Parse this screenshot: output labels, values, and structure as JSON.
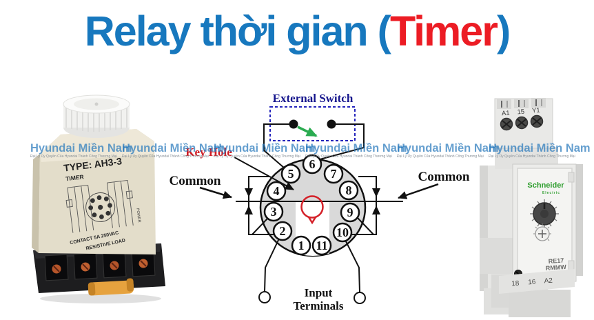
{
  "title": {
    "text_blue_1": "Relay thời gian (",
    "text_red": "Timer",
    "text_blue_2": ")"
  },
  "colors": {
    "title_blue": "#1778be",
    "title_red": "#ec1c24",
    "external_switch_navy": "#14148c",
    "dashed_box_blue": "#2323bb",
    "green_arrow": "#2aab50",
    "keyhole_red": "#d42028",
    "socket_gray": "#d9d9d9",
    "watermark_blue": "#2a7abc",
    "schneider_green": "#2f9e2f",
    "clip_orange": "#e6a23e"
  },
  "watermark": {
    "text": "Hyundai Miền Nam",
    "tagline": "Đại Lý Ủy Quyền Của Hyundai Thành Công Thương Mại"
  },
  "diagram": {
    "external_switch_label": "External Switch",
    "key_hole_label": "Key Hole",
    "common_left_label": "Common",
    "common_right_label": "Common",
    "input_terminals_line1": "Input",
    "input_terminals_line2": "Terminals",
    "pins": [
      "1",
      "2",
      "3",
      "4",
      "5",
      "6",
      "7",
      "8",
      "9",
      "10",
      "11"
    ]
  },
  "left_relay": {
    "type_label": "TYPE: AH3-3",
    "timer_label": "TIMER",
    "power_label": "POWER",
    "contact_label": "CONTACT 5A 250VAC",
    "load_label": "RESISTIVE LOAD"
  },
  "right_relay": {
    "brand_line1": "Schneider",
    "brand_line2": "Electric",
    "top_terminals": [
      "A1",
      "15",
      "Y1"
    ],
    "bottom_terminals": [
      "18",
      "16",
      "A2"
    ],
    "model_line1": "RE17",
    "model_line2": "RMMW"
  }
}
